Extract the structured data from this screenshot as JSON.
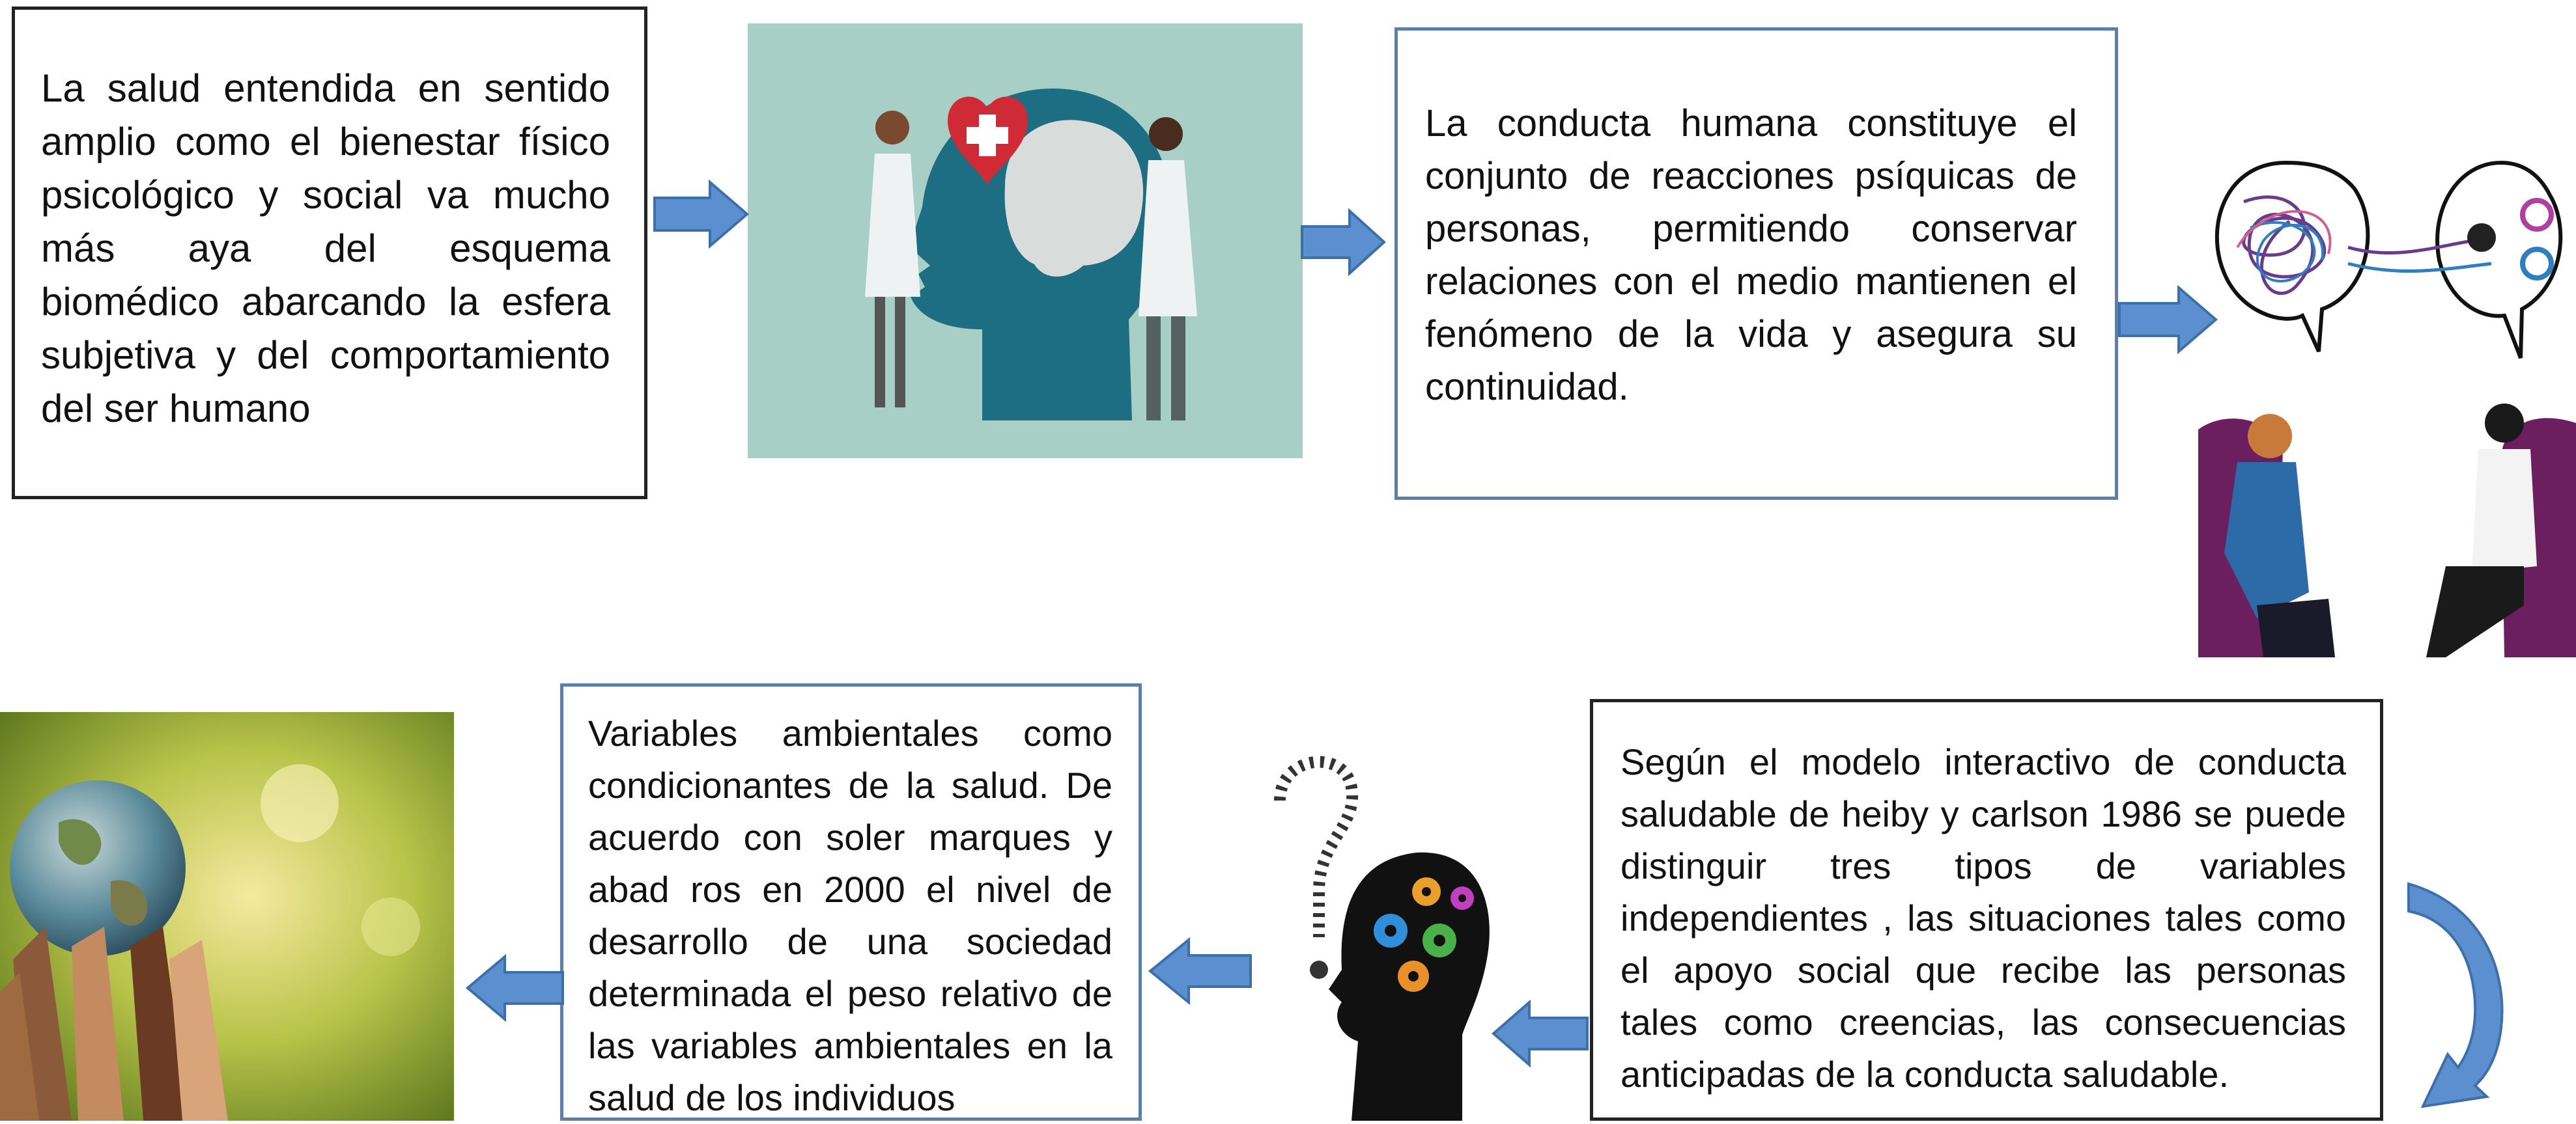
{
  "texts": {
    "box1": "La salud entendida en sentido amplio como el bienestar físico psicológico y social va mucho más aya del esquema biomédico abarcando la esfera subjetiva y del comportamiento del ser humano",
    "box2": "La conducta humana constituye el conjunto de reacciones psíquicas de personas, permitiendo conservar relaciones con el medio mantienen el fenómeno de la vida y asegura su continuidad.",
    "box3": "Variables ambientales como condicionantes de la salud. De acuerdo con soler marques y abad ros  en 2000 el nivel de desarrollo de una sociedad determinada el peso relativo de las variables ambientales en la salud de los individuos",
    "box4": " Según el modelo interactivo de conducta saludable de heiby y carlson 1986 se puede distinguir tres tipos de variables independientes , las situaciones tales como el apoyo social que recibe  las personas tales como creencias, las consecuencias anticipadas de la conducta saludable."
  },
  "images": {
    "health_head": "health-head-illustration",
    "therapy": "therapy-session-illustration",
    "question_head": "question-head-gears-illustration",
    "earth_hands": "earth-in-hands-photo"
  },
  "colors": {
    "arrow": "#5b8fd0",
    "arrow_stroke": "#3d6fa8",
    "box_blue_border": "#5b7fa6",
    "box_dark_border": "#222222",
    "teal_bg": "#a7cfc6"
  }
}
